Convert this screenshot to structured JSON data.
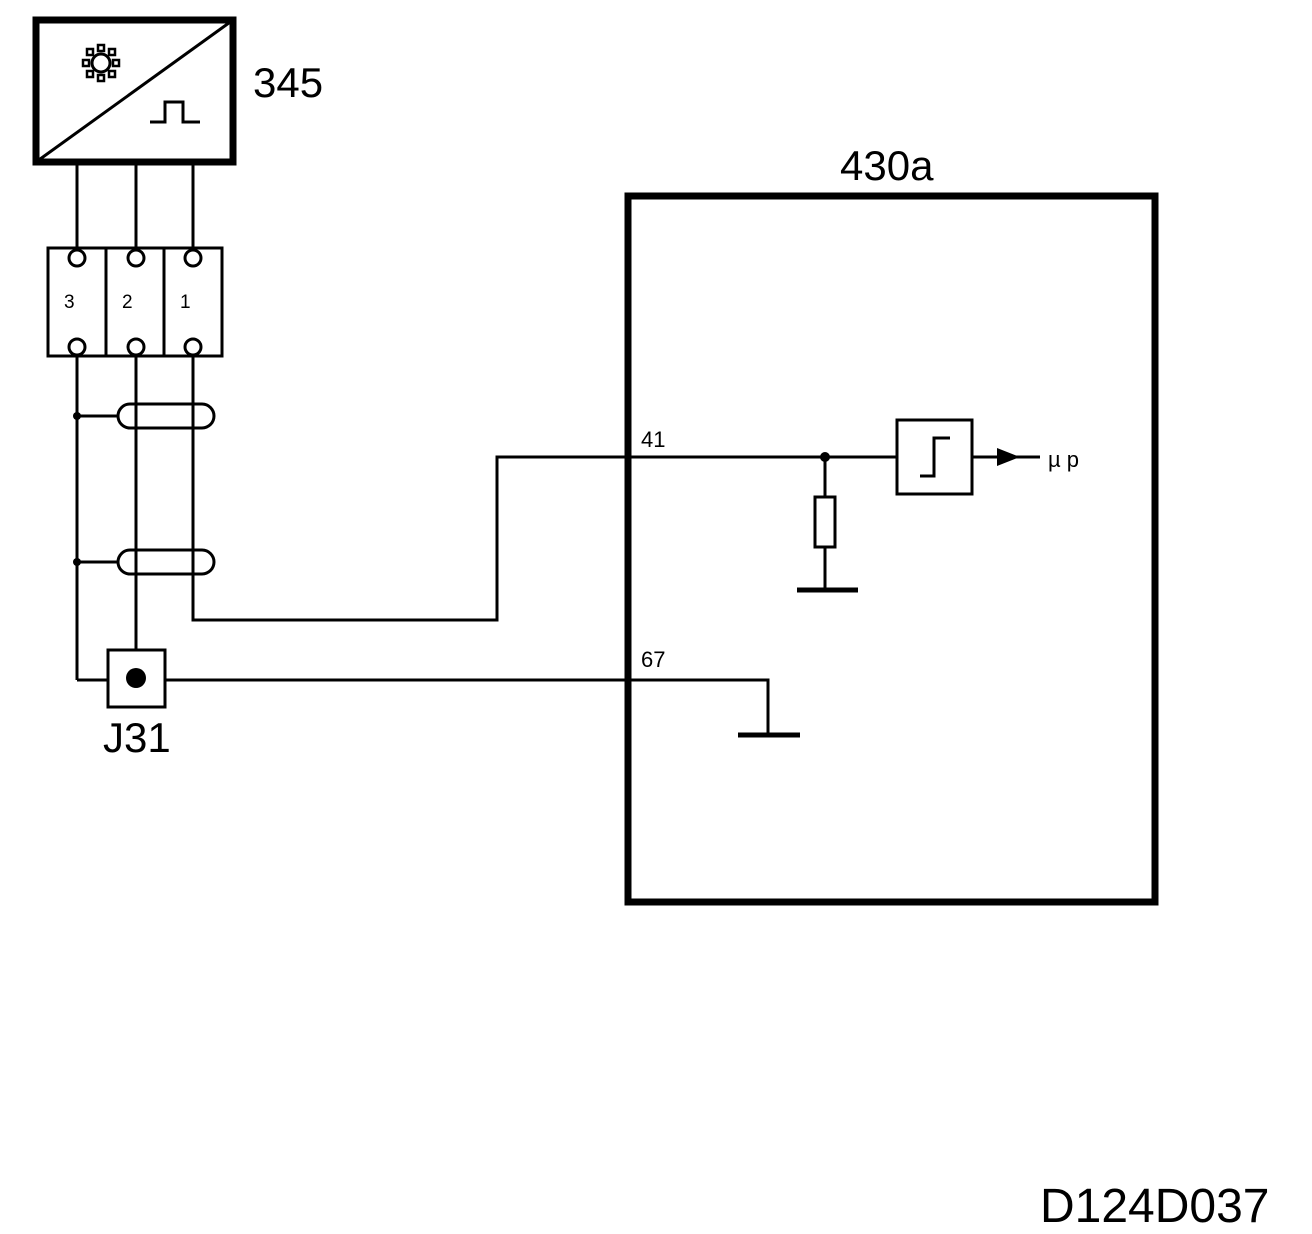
{
  "diagram": {
    "sensor_label": "345",
    "ecu_label": "430a",
    "connector_pins": [
      "3",
      "2",
      "1"
    ],
    "ground_point_label": "J31",
    "pin_signal": "41",
    "pin_ground": "67",
    "output_label": "µ p",
    "drawing_code": "D124D037",
    "icons": [
      "gear-icon",
      "pulse-icon",
      "schmitt-trigger-icon",
      "resistor-icon",
      "ground-icon"
    ]
  }
}
